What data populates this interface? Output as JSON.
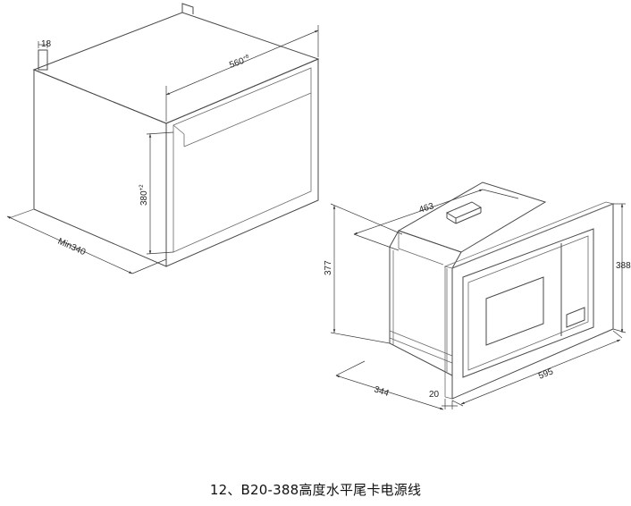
{
  "cabinet": {
    "dims": {
      "flange": "18",
      "width": "560",
      "width_tol": "+8",
      "height": "380",
      "height_tol": "+2",
      "depth": "Min340"
    }
  },
  "microwave": {
    "dims": {
      "body_depth": "463",
      "body_height": "377",
      "frame_height": "388",
      "frame_width": "595",
      "rear_depth": "344",
      "frame_thickness": "20"
    }
  },
  "caption": "12、B20-388高度水平尾卡电源线"
}
